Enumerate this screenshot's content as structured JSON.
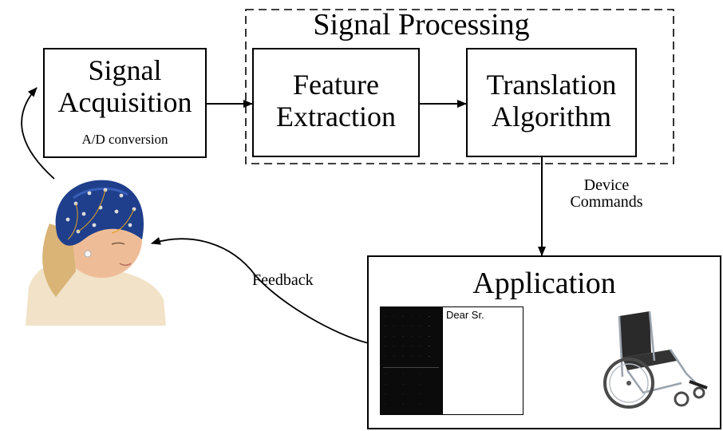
{
  "signal_processing": {
    "title": "Signal Processing"
  },
  "acquisition": {
    "line1": "Signal",
    "line2": "Acquisition",
    "note": "A/D conversion"
  },
  "feature": {
    "line1": "Feature",
    "line2": "Extraction"
  },
  "translation": {
    "line1": "Translation",
    "line2": "Algorithm"
  },
  "device_commands": {
    "line1": "Device",
    "line2": "Commands"
  },
  "feedback": {
    "label": "Feedback"
  },
  "application": {
    "title": "Application",
    "letter_text": "Dear Sr."
  },
  "icons": [
    "eeg-cap-person-image",
    "speller-keyboard-image",
    "wheelchair-image"
  ]
}
